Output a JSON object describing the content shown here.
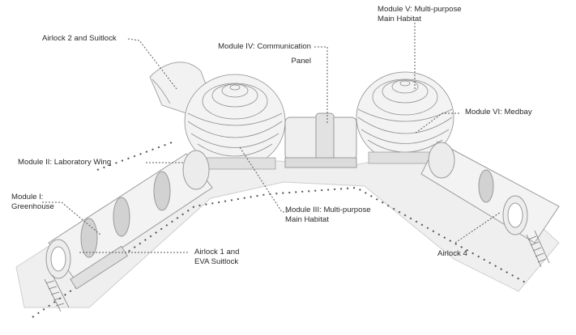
{
  "diagram": {
    "labels": {
      "airlock2": "Airlock 2 and Suitlock",
      "module4_l1": "Module IV: Communication",
      "module4_l2": "Panel",
      "module5_l1": "Module V: Multi-purpose",
      "module5_l2": "Main Habitat",
      "module6": "Module VI: Medbay",
      "module2": "Module II: Laboratory Wing",
      "module1_l1": "Module I:",
      "module1_l2": "Greenhouse",
      "module3_l1": "Module III: Multi-purpose",
      "module3_l2": "Main Habitat",
      "airlock1_l1": "Airlock 1 and",
      "airlock1_l2": "EVA Suitlock",
      "airlock4": "Airlock 4"
    },
    "colors": {
      "line": "#5a5a5a",
      "stroke": "#9a9a9a",
      "fill": "#f4f4f4",
      "shade": "#d9d9d9",
      "dark": "#bdbdbd"
    }
  }
}
